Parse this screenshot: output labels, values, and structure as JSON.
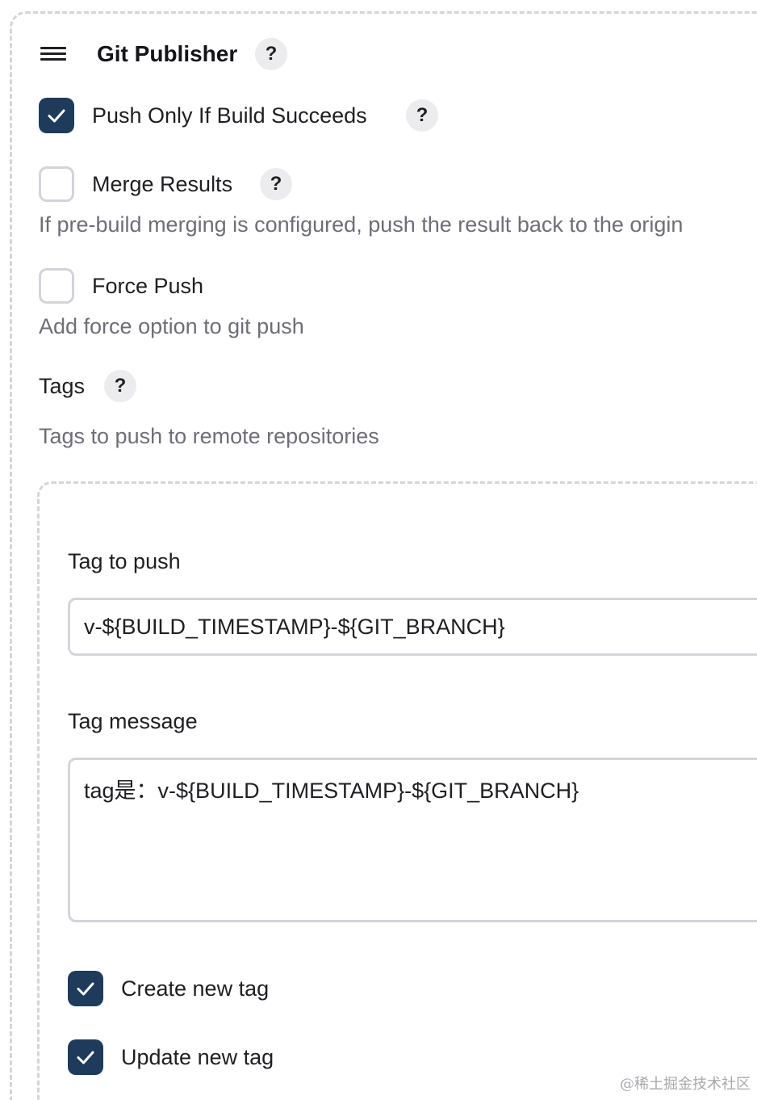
{
  "publisher": {
    "title": "Git Publisher",
    "help": "?"
  },
  "options": {
    "push_only_if_success": {
      "label": "Push Only If Build Succeeds",
      "checked": true,
      "help": "?"
    },
    "merge_results": {
      "label": "Merge Results",
      "checked": false,
      "help": "?",
      "description": "If pre-build merging is configured, push the result back to the origin"
    },
    "force_push": {
      "label": "Force Push",
      "checked": false,
      "description": "Add force option to git push"
    }
  },
  "tags": {
    "heading": "Tags",
    "help": "?",
    "description": "Tags to push to remote repositories",
    "tag_to_push_label": "Tag to push",
    "tag_to_push_value": "v-${BUILD_TIMESTAMP}-${GIT_BRANCH}",
    "tag_message_label": "Tag message",
    "tag_message_value": "tag是：v-${BUILD_TIMESTAMP}-${GIT_BRANCH}",
    "create_new_tag": {
      "label": "Create new tag",
      "checked": true
    },
    "update_new_tag": {
      "label": "Update new tag",
      "checked": true
    }
  },
  "watermark": "@稀土掘金技术社区",
  "colors": {
    "checkbox_checked": "#1e3b5c",
    "help_bg": "#ececef",
    "description_text": "#6e6e78",
    "dashed_border": "#d4d5da"
  }
}
